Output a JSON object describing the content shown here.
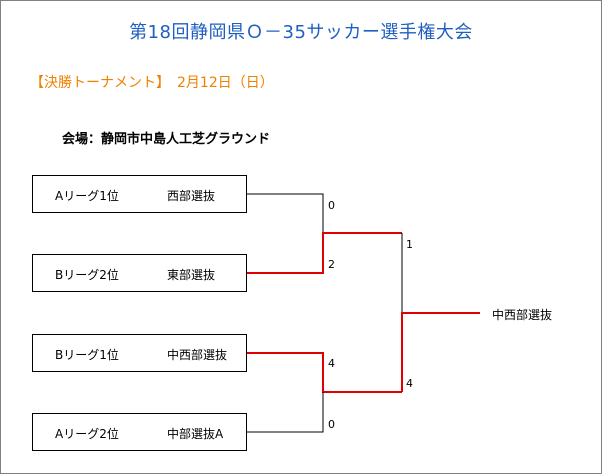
{
  "title": "第18回静岡県Ｏ－35サッカー選手権大会",
  "subtitle": "【決勝トーナメント】　2月12日（日）",
  "venue": "会場：静岡市中島人工芝グラウンド",
  "teams": [
    {
      "league": "Aリーグ1位",
      "name": "西部選抜"
    },
    {
      "league": "Bリーグ2位",
      "name": "東部選抜"
    },
    {
      "league": "Bリーグ1位",
      "name": "中西部選抜"
    },
    {
      "league": "Aリーグ2位",
      "name": "中部選抜A"
    }
  ],
  "semifinal_scores": [
    "0",
    "2",
    "4",
    "0"
  ],
  "final_scores": [
    "1",
    "4"
  ],
  "winner": "中西部選抜",
  "colors": {
    "title": "#1f5fbf",
    "subtitle": "#f08000",
    "winning_path": "#e00000",
    "losing_path": "#000000"
  }
}
